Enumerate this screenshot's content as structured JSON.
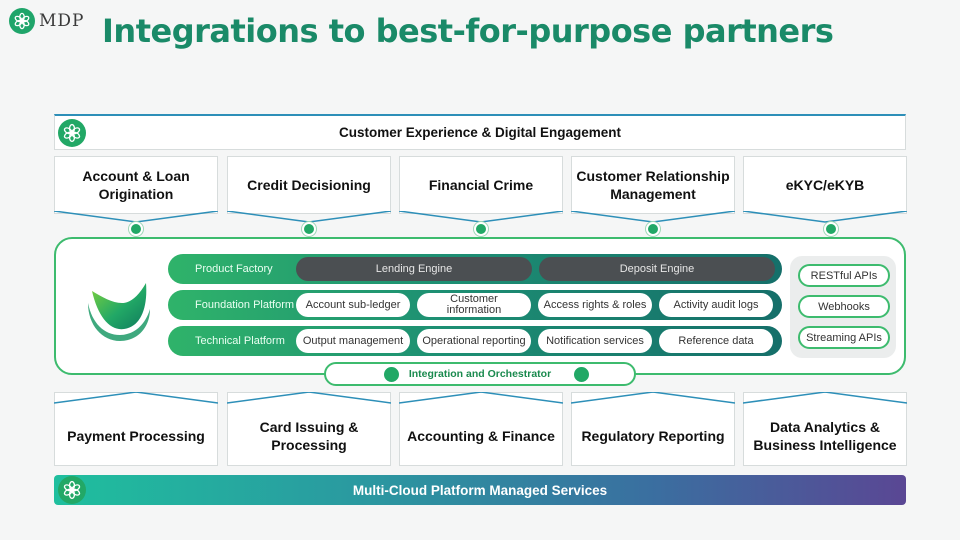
{
  "header": {
    "logo_text": "MDP",
    "title": "Integrations to best-for-purpose partners"
  },
  "experience_layer": {
    "label": "Customer Experience & Digital Engagement"
  },
  "top_modules": [
    {
      "label": "Account & Loan Origination"
    },
    {
      "label": "Credit Decisioning"
    },
    {
      "label": "Financial Crime"
    },
    {
      "label": "Customer Relationship Management"
    },
    {
      "label": "eKYC/eKYB"
    }
  ],
  "core": {
    "rows": [
      {
        "label": "Product Factory",
        "items": [
          "Lending Engine",
          "Deposit Engine"
        ]
      },
      {
        "label": "Foundation Platform",
        "items": [
          "Account sub-ledger",
          "Customer information",
          "Access rights & roles",
          "Activity audit logs"
        ]
      },
      {
        "label": "Technical Platform",
        "items": [
          "Output management",
          "Operational reporting",
          "Notification services",
          "Reference data"
        ]
      }
    ],
    "apis": [
      "RESTful APIs",
      "Webhooks",
      "Streaming APIs"
    ],
    "integration": "Integration and  Orchestrator"
  },
  "bottom_modules": [
    {
      "label": "Payment Processing"
    },
    {
      "label": "Card Issuing & Processing"
    },
    {
      "label": "Accounting & Finance"
    },
    {
      "label": "Regulatory Reporting"
    },
    {
      "label": "Data Analytics & Business Intelligence"
    }
  ],
  "cloud_layer": {
    "label": "Multi-Cloud Platform Managed Services"
  },
  "colors": {
    "brand_green": "#1a8a68",
    "accent_green": "#22a866",
    "row_gradient_end": "#156f6a",
    "cloud_gradient_start": "#1fbf9e",
    "cloud_gradient_end": "#5a4794"
  }
}
